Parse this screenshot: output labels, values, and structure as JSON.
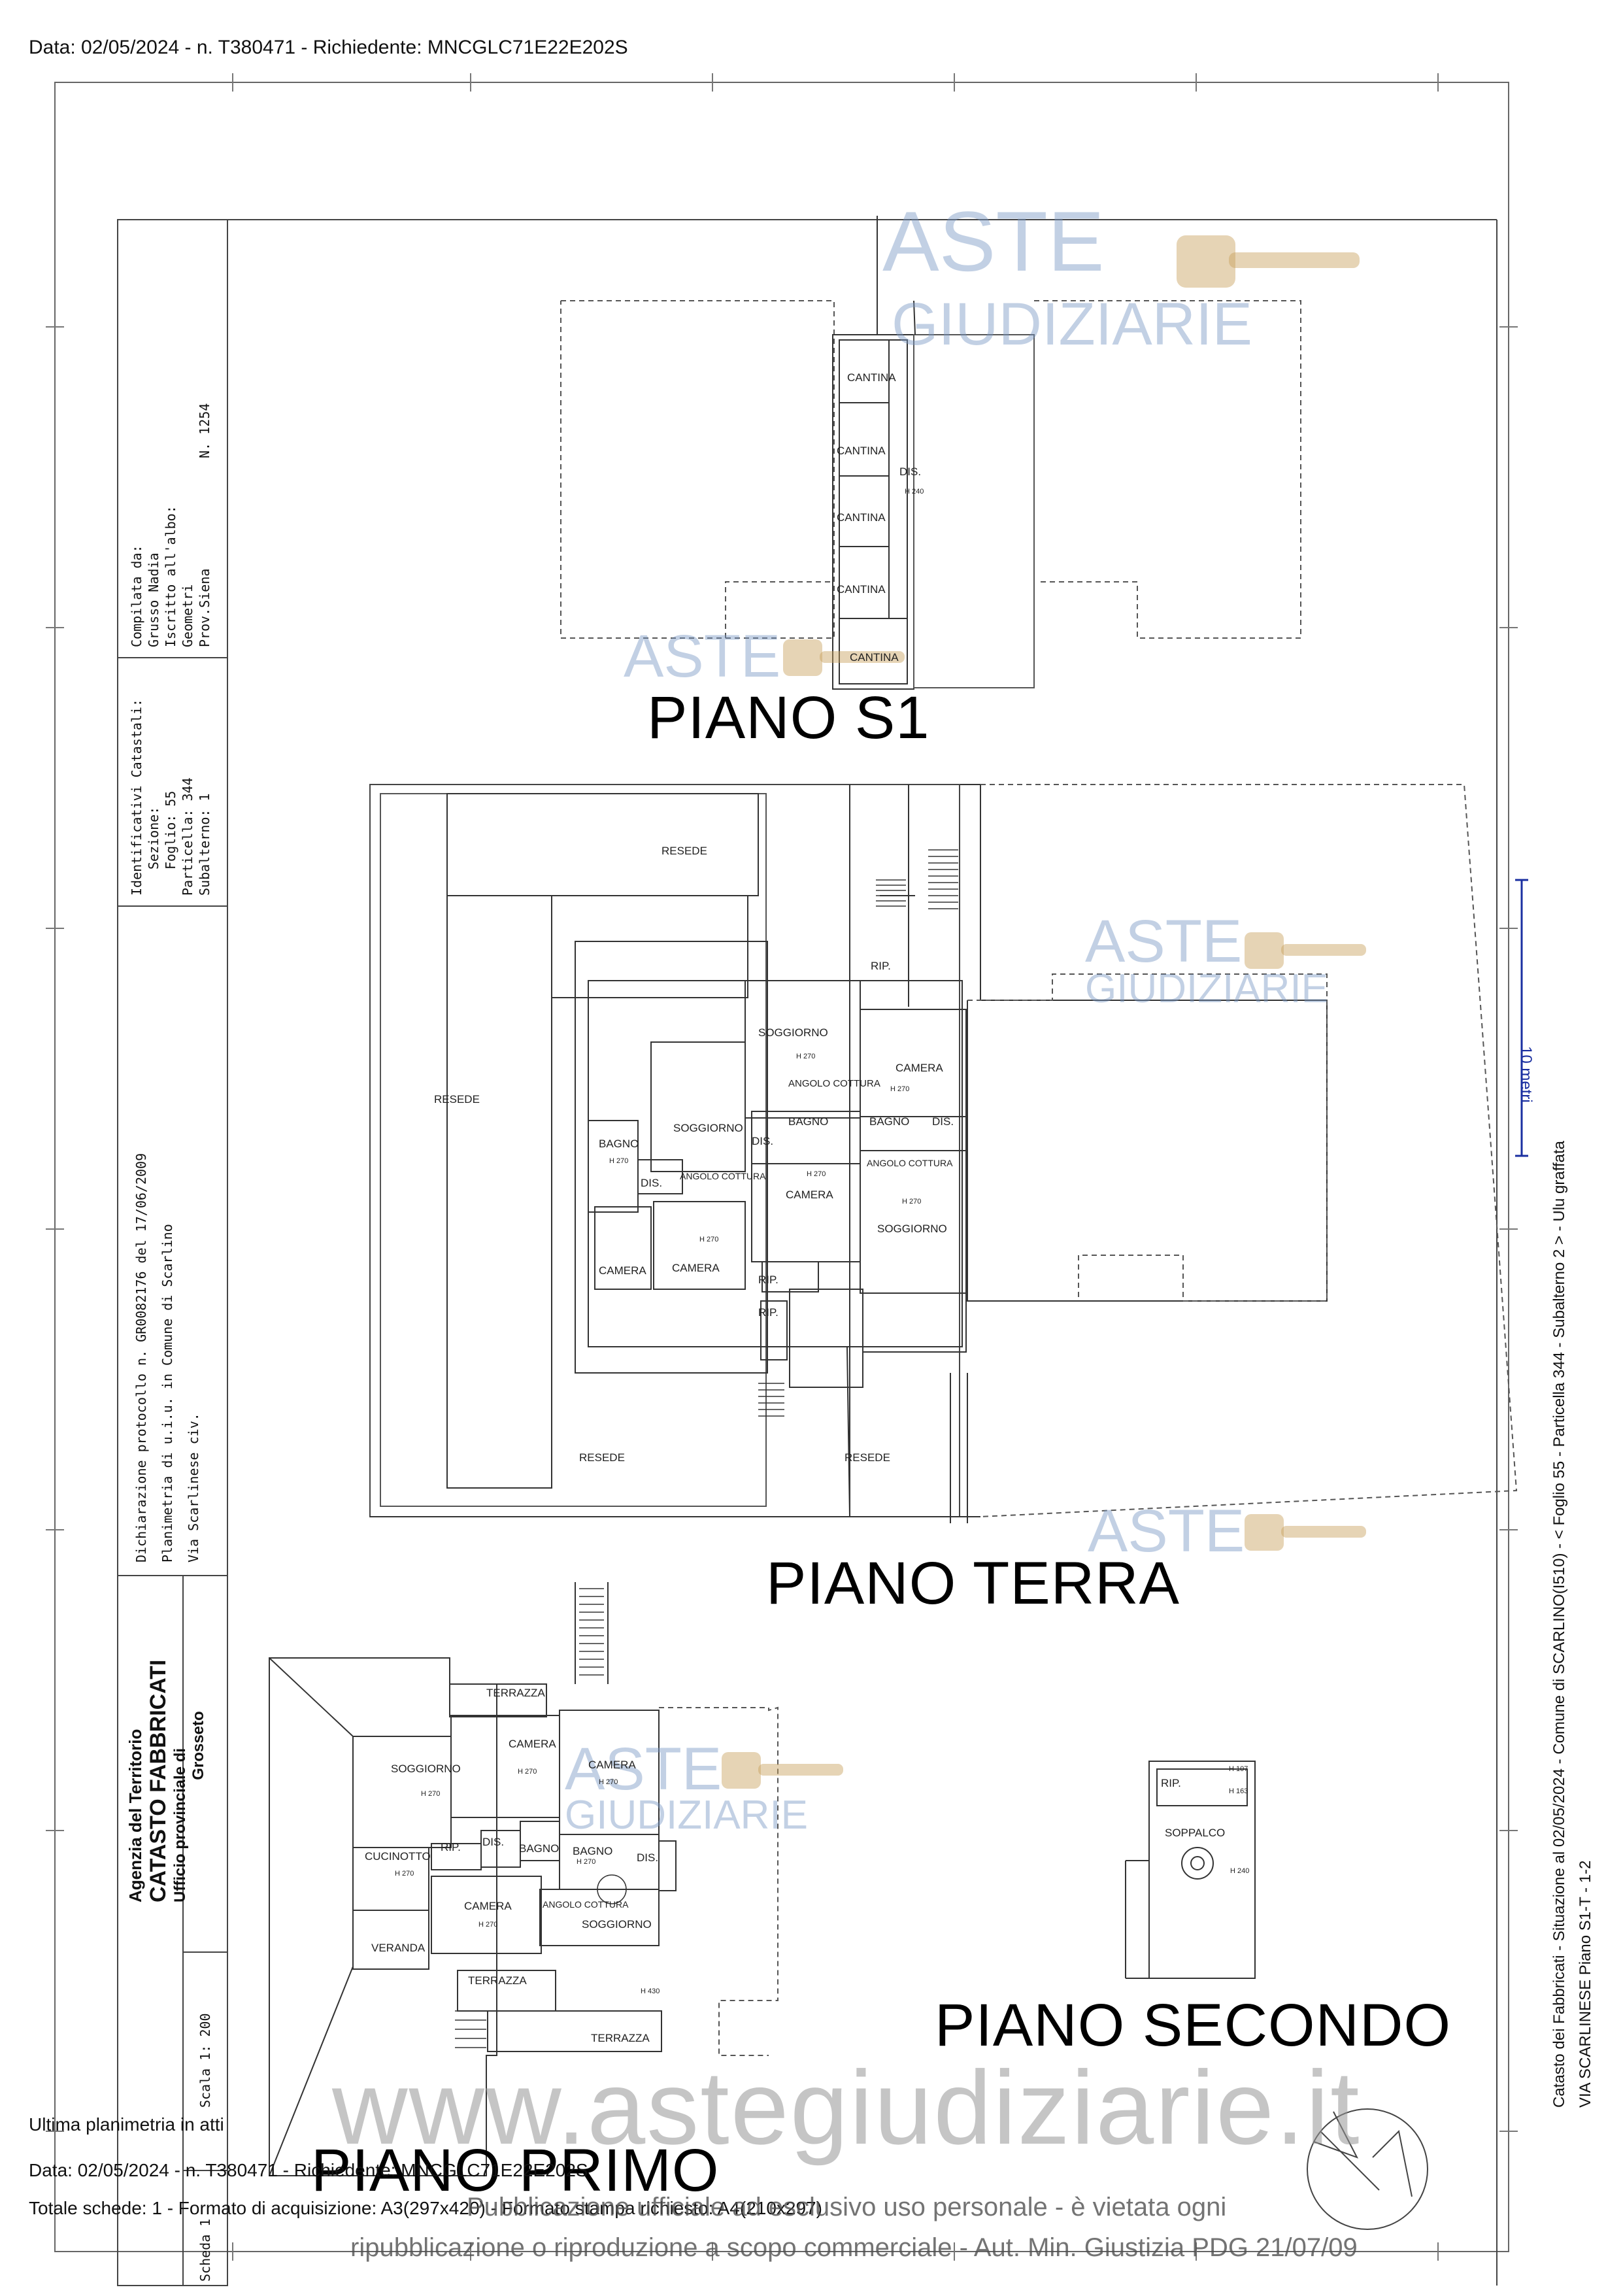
{
  "header": {
    "line": "Data: 02/05/2024 - n. T380471 - Richiedente: MNCGLC71E22E202S"
  },
  "footer": {
    "note": "Ultima planimetria in atti",
    "line1": "Data: 02/05/2024 - n. T380471 - Richiedente: MNCGLC71E22E202S",
    "line2": "Totale schede: 1 - Formato di acquisizione: A3(297x420) - Formato stampa richiesto: A4(210x297)",
    "disclaimer1": "Pubblicazione ufficiale ad esclusivo uso personale - è vietata ogni",
    "disclaimer2": "ripubblicazione o riproduzione a scopo commerciale - Aut. Min. Giustizia PDG 21/07/09"
  },
  "cartouche": {
    "agency_line1": "Agenzia del Territorio",
    "agency_line2": "CATASTO FABBRICATI",
    "agency_line3": "Ufficio provinciale di",
    "agency_line4": "Grosseto",
    "decl_line1": "Dichiarazione protocollo n.   GR0082176 del   17/06/2009",
    "decl_line2": "Planimetria di u.i.u. in Comune di Scarlino",
    "decl_line3": "Via Scarlinese                    civ.",
    "ident_title": "Identificativi Catastali:",
    "ident_sezione": "Sezione:",
    "ident_foglio": "Foglio: 55",
    "ident_particella": "Particella: 344",
    "ident_subalterno": "Subalterno: 1",
    "comp_line1": "Compilata da:",
    "comp_line2": "Grusso Nadia",
    "comp_line3": "Iscritto all'albo:",
    "comp_line4": "Geometri",
    "comp_line5": "Prov.Siena              N. 1254",
    "scala": "Scala 1: 200",
    "scheda": "Scheda 1"
  },
  "right_margin": {
    "line1": "Catasto dei Fabbricati - Situazione al 02/05/2024 - Comune di SCARLINO(I510) - < Foglio 55 - Particella 344 - Subalterno 2 > - Ulu graffata",
    "line2": "VIA SCARLINESE Piano S1-T - 1-2"
  },
  "scale_bar_label": "10 metri",
  "floors": {
    "s1": "PIANO S1",
    "terra": "PIANO TERRA",
    "primo": "PIANO PRIMO",
    "secondo": "PIANO SECONDO"
  },
  "rooms": {
    "s1": [
      "CANTINA",
      "CANTINA",
      "CANTINA",
      "CANTINA",
      "CANTINA",
      "DIS.",
      "H 240"
    ],
    "terra": [
      "RESEDE",
      "RESEDE",
      "RESEDE",
      "RESEDE",
      "RIP.",
      "SOGGIORNO",
      "H 270",
      "ANGOLO COTTURA",
      "CAMERA",
      "H 270",
      "SOGGIORNO",
      "BAGNO",
      "H 270",
      "DIS.",
      "ANGOLO COTTURA",
      "BAGNO",
      "BAGNO",
      "DIS.",
      "DIS.",
      "ANGOLO COTTURA",
      "CAMERA",
      "H 270",
      "H 270",
      "SOGGIORNO",
      "CAMERA",
      "CAMERA",
      "H 270",
      "RIP.",
      "RIP."
    ],
    "primo": [
      "TERRAZZA",
      "CAMERA",
      "CAMERA",
      "SOGGIORNO",
      "H 270",
      "H 270",
      "H 270",
      "CUCINOTTO",
      "H 270",
      "RIP.",
      "DIS.",
      "BAGNO",
      "BAGNO",
      "H 270",
      "DIS.",
      "CAMERA",
      "H 270",
      "ANGOLO COTTURA",
      "SOGGIORNO",
      "VERANDA",
      "TERRAZZA",
      "H 430",
      "TERRAZZA"
    ],
    "secondo": [
      "H 107",
      "RIP.",
      "H 163",
      "SOPPALCO",
      "H 240"
    ]
  },
  "watermark": {
    "brand_top": "ASTE",
    "brand_bottom": "GIUDIZIARIE",
    "url": "www.astegiudiziarie.it"
  }
}
